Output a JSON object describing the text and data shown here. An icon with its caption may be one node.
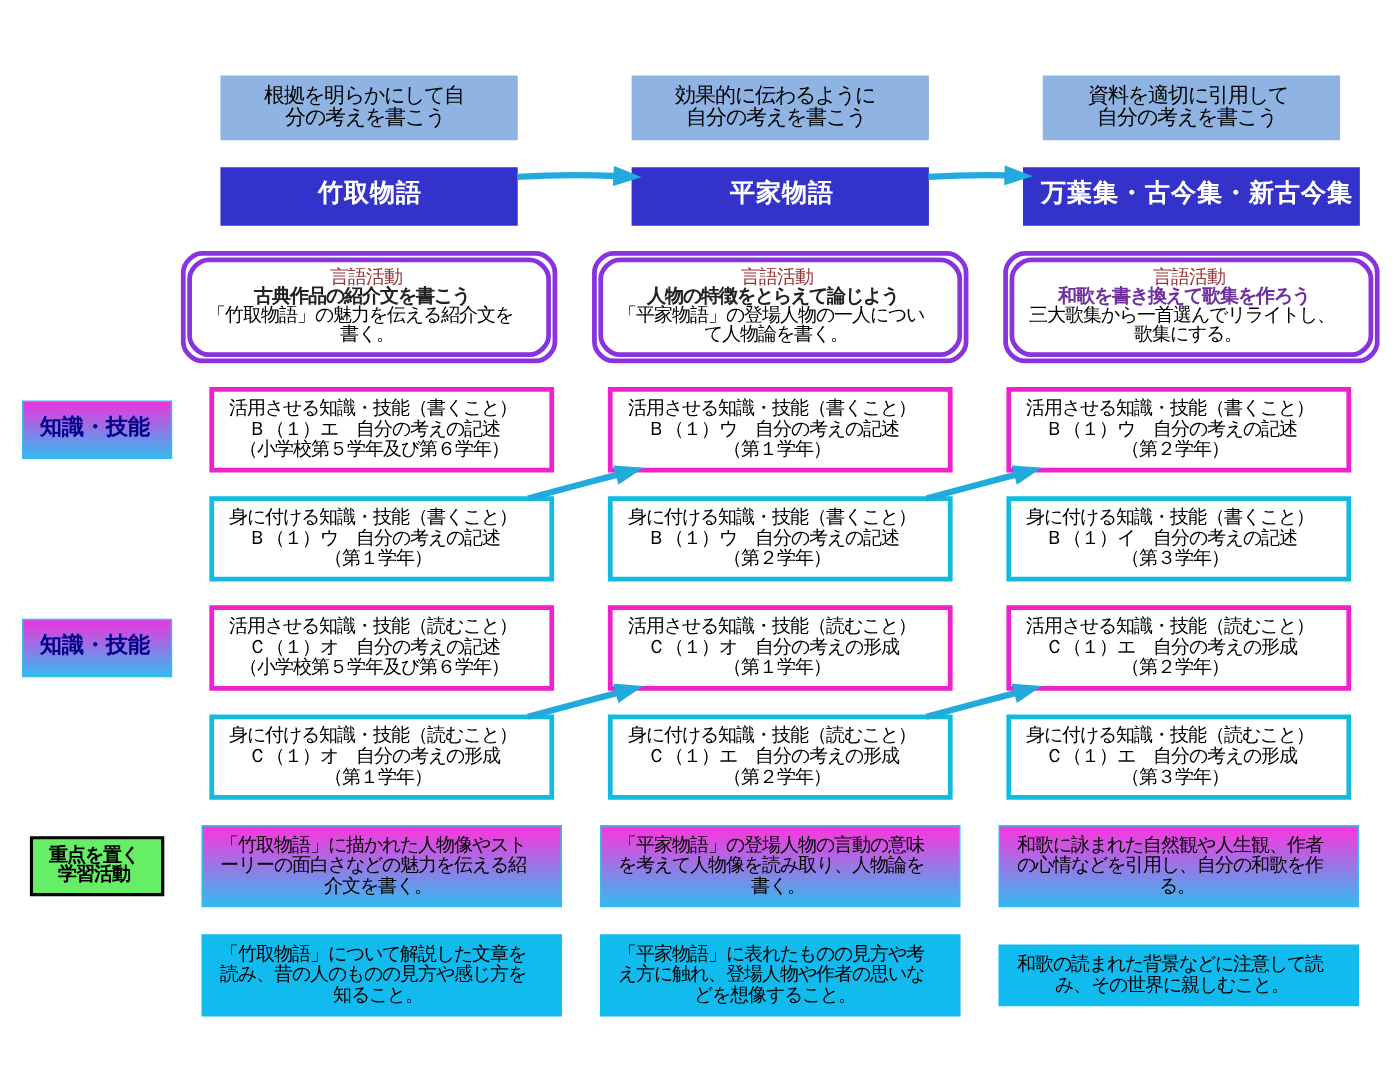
{
  "diagram": {
    "nodes": [
      {
        "text": [
          "根拠を明らかにして自分の考えを書こう"
        ]
      },
      {
        "text": [
          "効果的に伝わるように自分の考えを書こう"
        ]
      },
      {
        "text": [
          "資料を適切に引用して自分の考えを書こう"
        ]
      },
      {
        "text": [
          "竹取物語"
        ]
      },
      {
        "text": [
          "平家物語"
        ]
      },
      {
        "text": [
          "万葉集・古今集・新古今集"
        ]
      },
      {
        "text": [
          "言語活動",
          "古典作品の紹介文を書こう",
          "「竹取物語」の魅力を伝える紹介文を書く。"
        ]
      },
      {
        "text": [
          "言語活動",
          "人物の特徴をとらえて論じよう",
          "「平家物語」の登場人物の一人について人物論を書く。"
        ]
      },
      {
        "text": [
          "言語活動",
          "和歌を書き換えて歌集を作ろう",
          "三大歌集から一首選んでリライトし、歌集にする。"
        ]
      },
      {
        "text": [
          "知識・技能"
        ]
      },
      {
        "text": [
          "活用させる知識・技能（書くこと）",
          "Ｂ（１）エ　自分の考えの記述",
          "（小学校第５学年及び第６学年）"
        ]
      },
      {
        "text": [
          "活用させる知識・技能（書くこと）",
          "Ｂ（１）ウ　自分の考えの記述",
          "（第１学年）"
        ]
      },
      {
        "text": [
          "活用させる知識・技能（書くこと）",
          "Ｂ（１）ウ　自分の考えの記述",
          "（第２学年）"
        ]
      },
      {
        "text": [
          "身に付ける知識・技能（書くこと）",
          "Ｂ（１）ウ　自分の考えの記述",
          "（第１学年）"
        ]
      },
      {
        "text": [
          "身に付ける知識・技能（書くこと）",
          "Ｂ（１）ウ　自分の考えの記述",
          "（第２学年）"
        ]
      },
      {
        "text": [
          "身に付ける知識・技能（書くこと）",
          "Ｂ（１）イ　自分の考えの記述",
          "（第３学年）"
        ]
      },
      {
        "text": [
          "知識・技能"
        ]
      },
      {
        "text": [
          "活用させる知識・技能（読むこと）",
          "Ｃ（１）オ　自分の考えの記述",
          "（小学校第５学年及び第６学年）"
        ]
      },
      {
        "text": [
          "活用させる知識・技能（読むこと）",
          "Ｃ（１）オ　自分の考えの形成",
          "（第１学年）"
        ]
      },
      {
        "text": [
          "活用させる知識・技能（読むこと）",
          "Ｃ（１）エ　自分の考えの形成",
          "（第２学年）"
        ]
      },
      {
        "text": [
          "身に付ける知識・技能（読むこと）",
          "Ｃ（１）オ　自分の考えの形成",
          "（第１学年）"
        ]
      },
      {
        "text": [
          "身に付ける知識・技能（読むこと）",
          "Ｃ（１）エ　自分の考えの形成",
          "（第２学年）"
        ]
      },
      {
        "text": [
          "身に付ける知識・技能（読むこと）",
          "Ｃ（１）エ　自分の考えの形成",
          "（第３学年）"
        ]
      },
      {
        "text": [
          "重点を置く学習活動"
        ]
      },
      {
        "text": [
          "「竹取物語」に描かれた人物像やストーリーの面白さなどの魅力を伝える紹介文を書く。"
        ]
      },
      {
        "text": [
          "「平家物語」の登場人物の言動の意味を考えて人物像を読み取り、人物論を書く。"
        ]
      },
      {
        "text": [
          "和歌に詠まれた自然観や人生観、作者の心情などを引用し、自分の和歌を作る。"
        ]
      },
      {
        "text": [
          "「竹取物語」について解説した文章を読み、昔の人のものの見方や感じ方を知ること。"
        ]
      },
      {
        "text": [
          "「平家物語」に表れたものの見方や考え方に触れ、登場人物や作者の思いなどを想像すること。"
        ]
      },
      {
        "text": [
          "和歌の読まれた背景などに注意して読み、その世界に親しむこと。"
        ]
      }
    ],
    "edges": [
      {
        "from": 3,
        "to": 4,
        "arrow": "to"
      },
      {
        "from": 4,
        "to": 5,
        "arrow": "to"
      },
      {
        "from": 13,
        "to": 11,
        "arrow": "to"
      },
      {
        "from": 14,
        "to": 12,
        "arrow": "to"
      },
      {
        "from": 20,
        "to": 18,
        "arrow": "to"
      },
      {
        "from": 21,
        "to": 19,
        "arrow": "to"
      }
    ]
  }
}
